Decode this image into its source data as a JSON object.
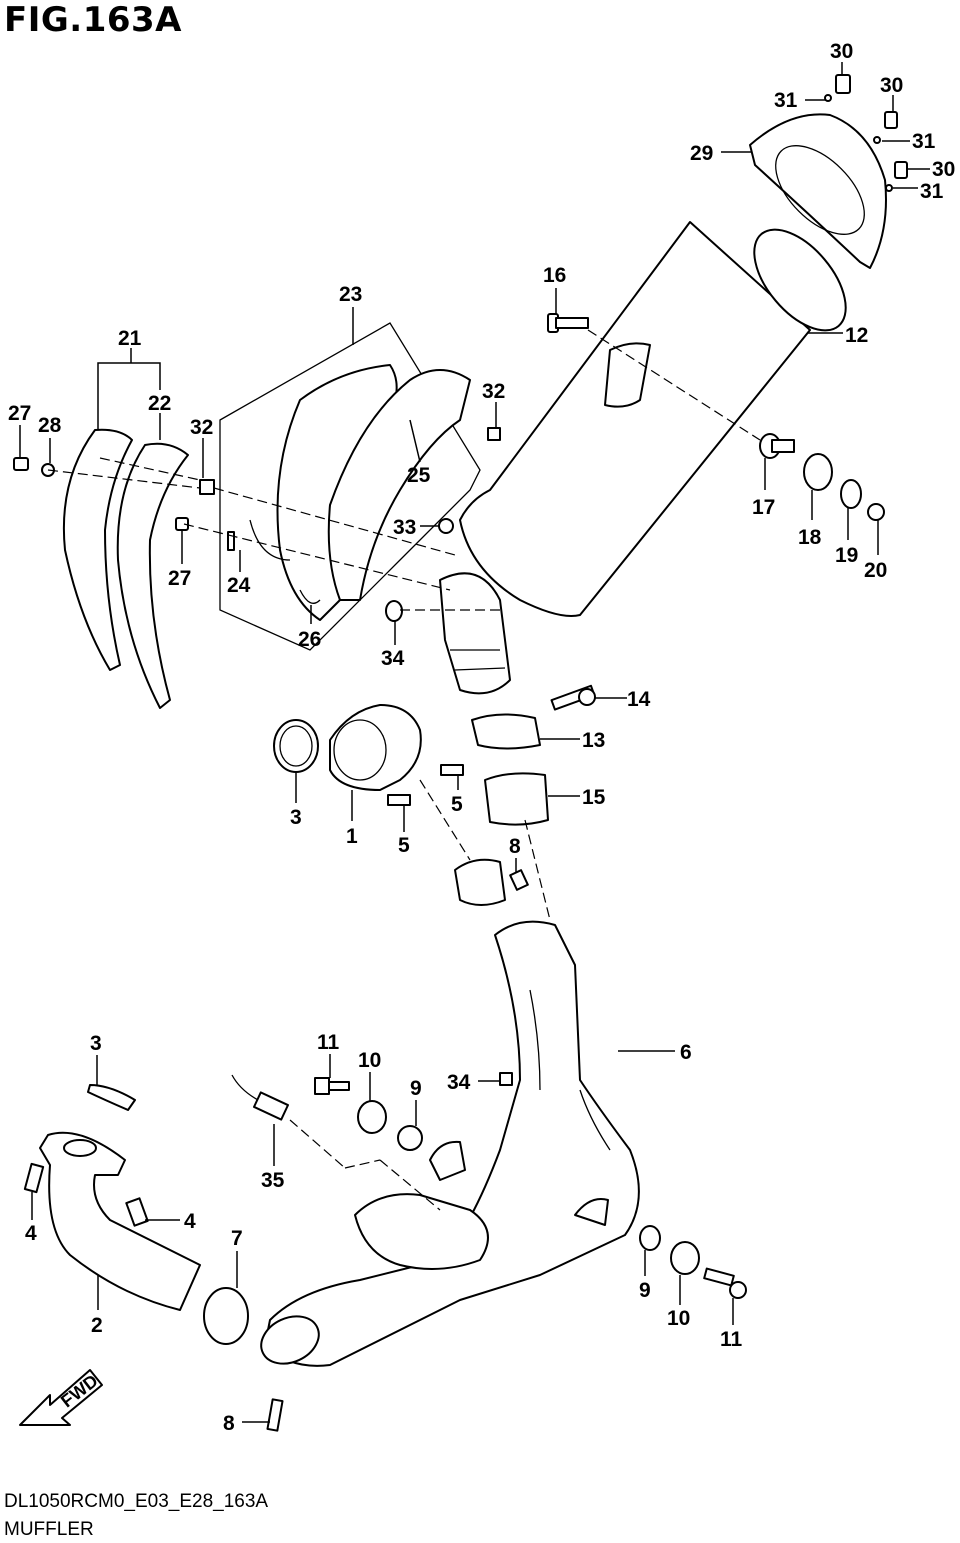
{
  "figure": {
    "title": "FIG.163A",
    "code": "DL1050RCM0_E03_E28_163A",
    "name": "MUFFLER",
    "fwd_label": "FWD"
  },
  "callouts": [
    "1",
    "2",
    "3",
    "3",
    "4",
    "4",
    "5",
    "5",
    "6",
    "7",
    "8",
    "8",
    "9",
    "9",
    "10",
    "10",
    "11",
    "11",
    "12",
    "13",
    "14",
    "15",
    "16",
    "17",
    "18",
    "19",
    "20",
    "21",
    "22",
    "23",
    "24",
    "25",
    "26",
    "27",
    "27",
    "28",
    "29",
    "30",
    "30",
    "30",
    "31",
    "31",
    "31",
    "32",
    "32",
    "33",
    "34",
    "34",
    "35"
  ]
}
